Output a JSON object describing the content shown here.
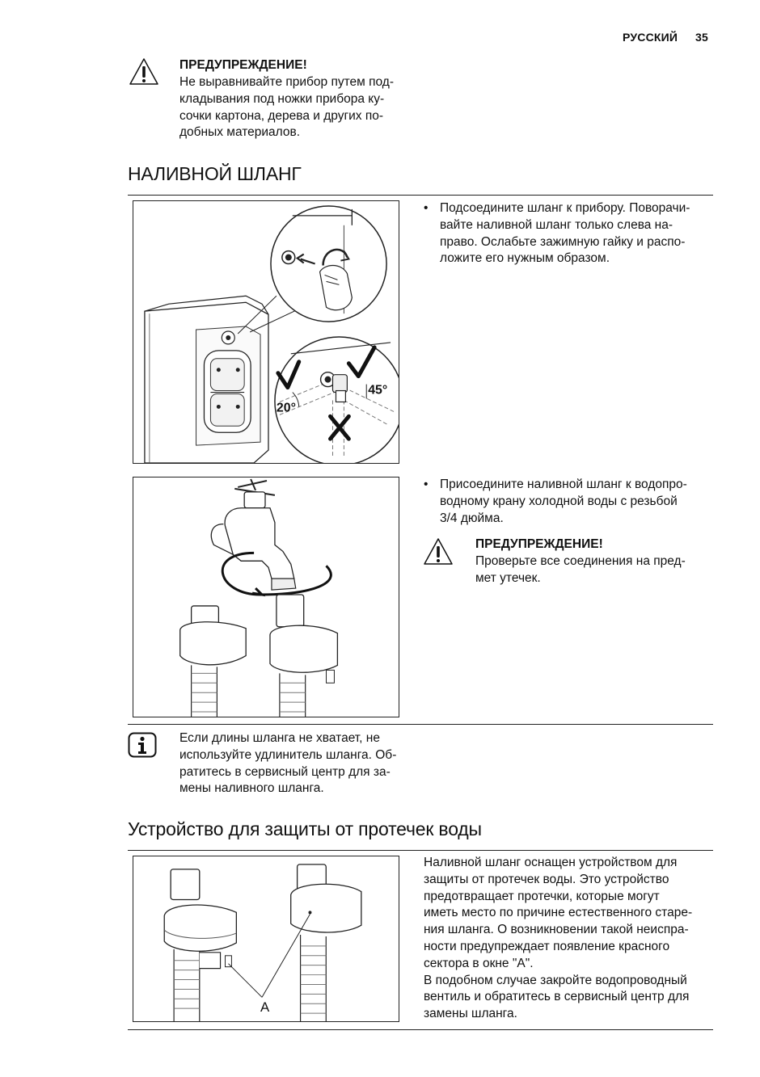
{
  "header": {
    "language": "РУССКИЙ",
    "page_number": "35"
  },
  "warning_top": {
    "icon": "warning-triangle-icon",
    "title": "ПРЕДУПРЕЖДЕНИЕ!",
    "lines": [
      "Не выравнивайте прибор путем под-",
      "кладывания под ножки прибора ку-",
      "сочки картона, дерева и других по-",
      "добных материалов."
    ]
  },
  "section_hose": {
    "title": "НАЛИВНОЙ ШЛАНГ",
    "step1": {
      "lines": [
        "Подсоедините шланг к прибору. Поворачи-",
        "вайте наливной шланг только слева на-",
        "право. Ослабьте зажимную гайку и распо-",
        "ложите его нужным образом."
      ],
      "angle_left": "20°",
      "angle_right": "45°"
    },
    "step2": {
      "lines": [
        "Присоедините наливной шланг к водопро-",
        "водному крану холодной воды с резьбой",
        "3/4 дюйма."
      ],
      "warning_title": "ПРЕДУПРЕЖДЕНИЕ!",
      "warning_lines": [
        "Проверьте все соединения на пред-",
        "мет утечек."
      ]
    },
    "info": {
      "icon": "info-icon",
      "lines": [
        "Если длины шланга не хватает, не",
        "используйте удлинитель шланга. Об-",
        "ратитесь в сервисный центр для за-",
        "мены наливного шланга."
      ]
    }
  },
  "section_aquastop": {
    "title": "Устройство для защиты от протечек воды",
    "figure_label": "A",
    "lines": [
      "Наливной шланг оснащен устройством для",
      "защиты от протечек воды. Это устройство",
      "предотвращает протечки, которые могут",
      "иметь место по причине естественного старе-",
      "ния шланга. О возникновении такой неиспра-",
      "ности предупреждает появление красного",
      "сектора в окне \"А\".",
      "В подобном случае закройте водопроводный",
      "вентиль и обратитесь в сервисный центр для",
      "замены шланга."
    ]
  }
}
